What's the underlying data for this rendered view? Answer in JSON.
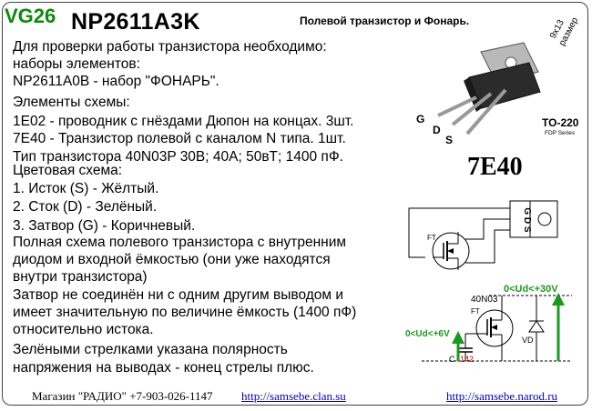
{
  "header": {
    "code": "VG26",
    "model": "NP2611A3K",
    "subtitle": "Полевой транзистор и Фонарь.",
    "size_top": "9х13",
    "size_bottom": "размер"
  },
  "lines": [
    "Для проверки работы транзистора необходимо:",
    "наборы элементов:",
    "NP2611A0B - набор \"ФОНАРЬ\".",
    "Элементы схемы:",
    "1E02 - проводник с гнёздами Дюпон на концах. 3шт.",
    "7E40 - Транзистор полевой с каналом N типа. 1шт.",
    "Тип транзистора 40N03P 30В; 40А; 50вТ; 1400 пФ.",
    "Цветовая схема:",
    "1. Исток (S) - Жёлтый.",
    "2. Сток (D)  - Зелёный.",
    "3. Затвор (G) - Коричневый.",
    "Полная схема полевого транзистора с внутренним",
    "диодом и входной ёмкостью (они уже находятся",
    "внутри транзистора)",
    "Затвор не соединён ни с одним другим выводом и",
    "имеет значительную по величине ёмкость (1400 пФ)",
    "относительно истока.",
    "Зелёными стрелками указана полярность",
    "напряжения на выводах - конец стрелы плюс."
  ],
  "package": {
    "label": "TO-220",
    "series": "FDP Series",
    "pin_g": "G",
    "pin_d": "D",
    "pin_s": "S",
    "part": "7E40"
  },
  "schematic": {
    "pin_labels": "G D S",
    "ft_top": "FT",
    "ft_bottom": "FT",
    "device": "40N03",
    "diode": "VD",
    "cap": "C",
    "cap_value": "142",
    "vgate": "0<Ud<+6V",
    "vdrain": "0<Ud<+30V"
  },
  "colors": {
    "code_green": "#0a8a0a",
    "arrow_green": "#1a9a1a",
    "link_blue": "#0000cc",
    "cap_red": "#cc0000"
  },
  "footer": {
    "shop": "Магазин \"РАДИО\" +7-903-026-1147",
    "link1": "http://samsebe.clan.su",
    "link2": "http://samsebe.narod.ru"
  }
}
